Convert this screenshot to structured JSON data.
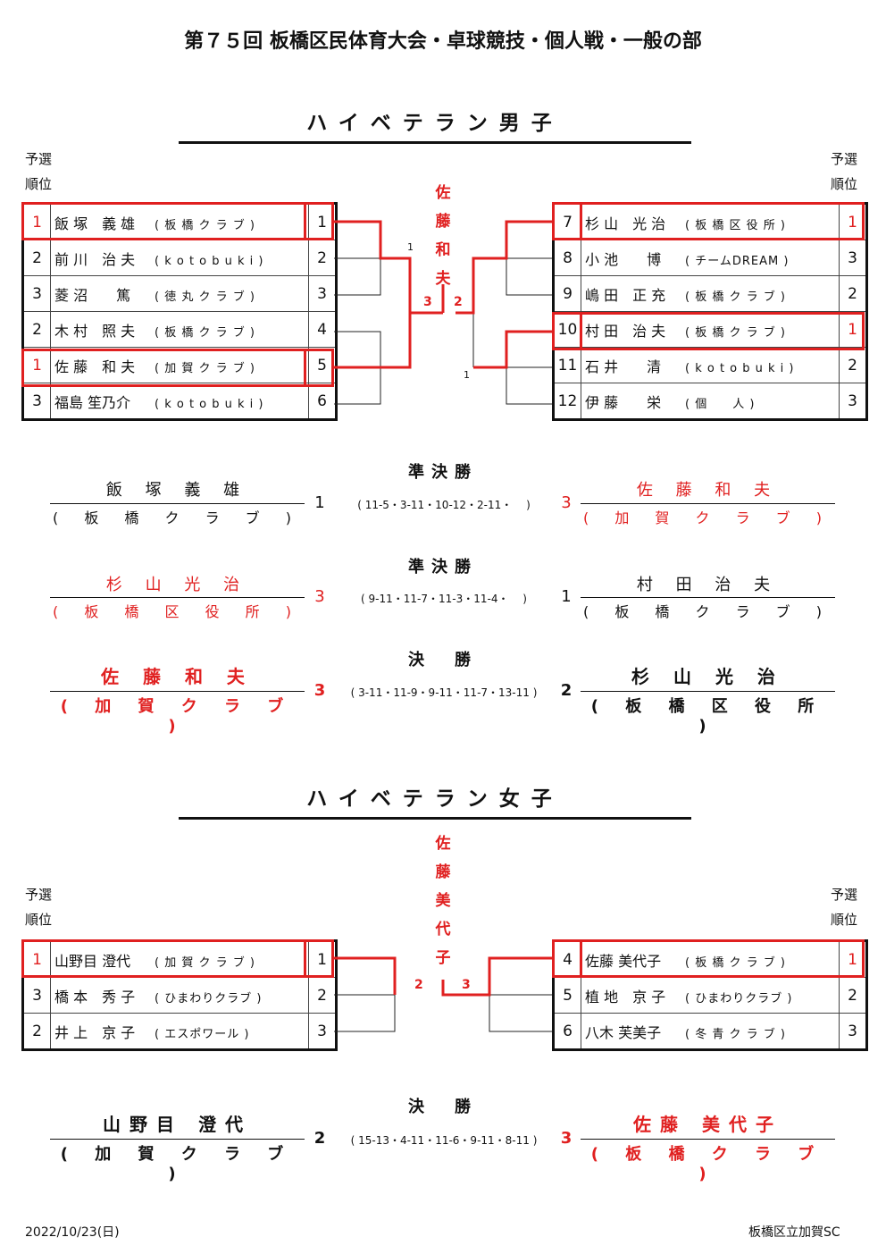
{
  "title": "第７５回 板橋区民体育大会・卓球競技・個人戦・一般の部",
  "men": {
    "heading": "ハイベテラン男子",
    "label1": "予選",
    "label2": "順位",
    "champion": [
      "佐",
      "藤",
      "和",
      "夫"
    ],
    "left": [
      {
        "rank": "1",
        "name": "飯 塚　義 雄",
        "club": "( 板 橋 ク ラ ブ )",
        "seed": "1"
      },
      {
        "rank": "2",
        "name": "前 川　治 夫",
        "club": "( k o t o b u k i )",
        "seed": "2"
      },
      {
        "rank": "3",
        "name": "菱 沼　　篤",
        "club": "( 徳 丸 ク ラ ブ )",
        "seed": "3"
      },
      {
        "rank": "2",
        "name": "木 村　照 夫",
        "club": "( 板 橋 ク ラ ブ )",
        "seed": "4"
      },
      {
        "rank": "1",
        "name": "佐 藤　和 夫",
        "club": "( 加 賀 ク ラ ブ )",
        "seed": "5"
      },
      {
        "rank": "3",
        "name": "福島 笙乃介",
        "club": "( k o t o b u k i )",
        "seed": "6"
      }
    ],
    "right": [
      {
        "seed": "7",
        "name": "杉 山　光 治",
        "club": "( 板 橋 区 役 所 )",
        "rank": "1"
      },
      {
        "seed": "8",
        "name": "小 池　　博",
        "club": "( チームDREAM )",
        "rank": "3"
      },
      {
        "seed": "9",
        "name": "嶋 田　正 充",
        "club": "( 板 橋 ク ラ ブ )",
        "rank": "2"
      },
      {
        "seed": "10",
        "name": "村 田　治 夫",
        "club": "( 板 橋 ク ラ ブ )",
        "rank": "1"
      },
      {
        "seed": "11",
        "name": "石 井　　清",
        "club": "( k o t o b u k i )",
        "rank": "2"
      },
      {
        "seed": "12",
        "name": "伊 藤　　栄",
        "club": "( 個　　人 )",
        "rank": "3"
      }
    ],
    "bracket_small": [
      "1",
      "1"
    ],
    "final_scores": [
      "3",
      "2"
    ],
    "semi1": {
      "label": "準決勝",
      "left_name": "飯 塚 義 雄",
      "left_club": "( 板 橋 ク ラ ブ )",
      "left_score": "1",
      "games": "( 11-5・3-11・10-12・2-11・　 )",
      "right_score": "3",
      "right_name": "佐 藤 和 夫",
      "right_club": "( 加 賀 ク ラ ブ )"
    },
    "semi2": {
      "label": "準決勝",
      "left_name": "杉 山 光 治",
      "left_club": "( 板 橋 区 役 所 )",
      "left_score": "3",
      "games": "( 9-11・11-7・11-3・11-4・　 )",
      "right_score": "1",
      "right_name": "村 田 治 夫",
      "right_club": "( 板 橋 ク ラ ブ )"
    },
    "final": {
      "label": "決　勝",
      "left_name": "佐 藤 和 夫",
      "left_club": "( 加 賀 ク ラ ブ )",
      "left_score": "3",
      "games": "( 3-11・11-9・9-11・11-7・13-11 )",
      "right_score": "2",
      "right_name": "杉 山 光 治",
      "right_club": "( 板 橋 区 役 所 )"
    }
  },
  "women": {
    "heading": "ハイベテラン女子",
    "label1": "予選",
    "label2": "順位",
    "champion": [
      "佐",
      "藤",
      "美",
      "代",
      "子"
    ],
    "left": [
      {
        "rank": "1",
        "name": "山野目 澄代",
        "club": "( 加 賀 ク ラ ブ )",
        "seed": "1"
      },
      {
        "rank": "3",
        "name": "橋 本　秀 子",
        "club": "( ひまわりクラブ )",
        "seed": "2"
      },
      {
        "rank": "2",
        "name": "井 上　京 子",
        "club": "( エスポワール )",
        "seed": "3"
      }
    ],
    "right": [
      {
        "seed": "4",
        "name": "佐藤 美代子",
        "club": "( 板 橋 ク ラ ブ )",
        "rank": "1"
      },
      {
        "seed": "5",
        "name": "植 地　京 子",
        "club": "( ひまわりクラブ )",
        "rank": "2"
      },
      {
        "seed": "6",
        "name": "八木 芙美子",
        "club": "( 冬 青 ク ラ ブ )",
        "rank": "3"
      }
    ],
    "final_scores": [
      "2",
      "3"
    ],
    "final": {
      "label": "決　勝",
      "left_name": "山野目 澄代",
      "left_club": "( 加 賀 ク ラ ブ )",
      "left_score": "2",
      "games": "( 15-13・4-11・11-6・9-11・8-11 )",
      "right_score": "3",
      "right_name": "佐藤 美代子",
      "right_club": "( 板 橋 ク ラ ブ )"
    }
  },
  "footer": {
    "date": "2022/10/23(日)",
    "org": "板橋区立加賀SC"
  }
}
